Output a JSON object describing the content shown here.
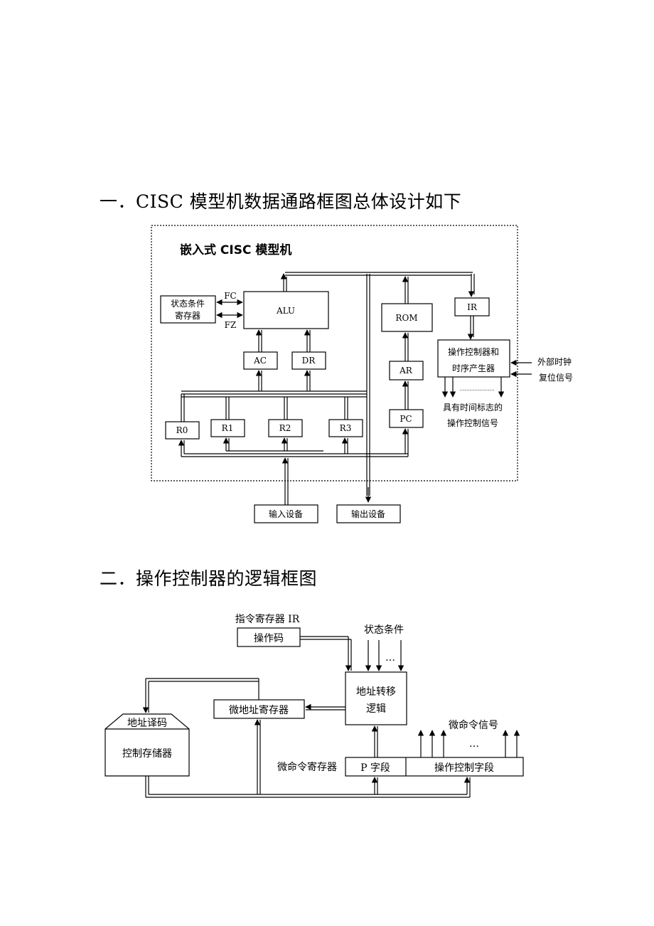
{
  "section1": {
    "heading": "一．CISC 模型机数据通路框图总体设计如下",
    "frame_title": "嵌入式 CISC 模型机",
    "status_reg": [
      "状态条件",
      "寄存器"
    ],
    "fc_label": "FC",
    "fz_label": "FZ",
    "alu": "ALU",
    "ac": "AC",
    "dr": "DR",
    "rom": "ROM",
    "ir": "IR",
    "ar": "AR",
    "pc": "PC",
    "r0": "R0",
    "r1": "R1",
    "r2": "R2",
    "r3": "R3",
    "op_ctrl": [
      "操作控制器和",
      "时序产生器"
    ],
    "ext_clock": "外部时钟",
    "reset": "复位信号",
    "dots": "…………………",
    "timed_signals": [
      "具有时间标志的",
      "操作控制信号"
    ],
    "input_dev": "输入设备",
    "output_dev": "输出设备"
  },
  "section2": {
    "heading": "二．操作控制器的逻辑框图",
    "ir_label": "指令寄存器 IR",
    "opcode": "操作码",
    "status_cond": "状态条件",
    "dots": "…",
    "addr_logic": [
      "地址转移",
      "逻辑"
    ],
    "micro_addr_reg": "微地址寄存器",
    "addr_decode": "地址译码",
    "ctrl_store": "控制存储器",
    "micro_cmd_signal": "微命令信号",
    "micro_cmd_reg": "微命令寄存器",
    "p_field": "P 字段",
    "op_ctrl_field": "操作控制字段"
  }
}
